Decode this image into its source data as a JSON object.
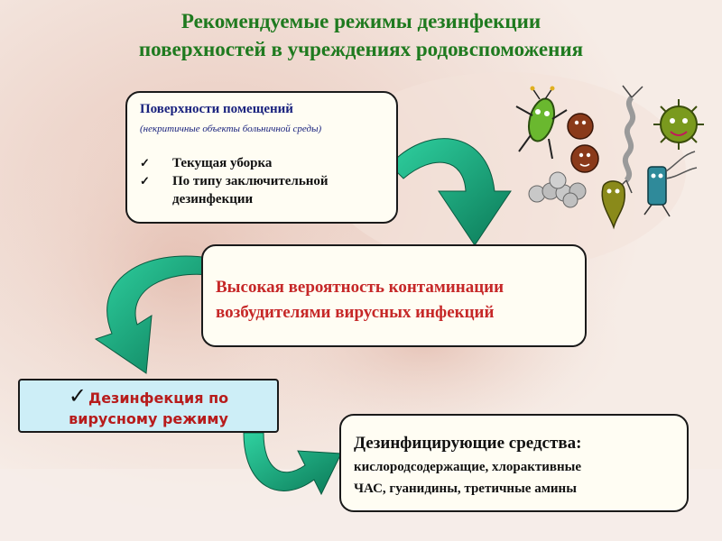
{
  "title": {
    "line1": "Рекомендуемые режимы дезинфекции",
    "line2": "поверхностей в учреждениях родовспоможения"
  },
  "surfaces_box": {
    "heading": "Поверхности помещений",
    "subheading": "(некритичные объекты больничной среды)",
    "items": [
      "Текущая уборка",
      "По типу заключительной дезинфекции"
    ]
  },
  "risk_box": {
    "line1": "Высокая вероятность контаминации",
    "line2": "возбудителями вирусных инфекций"
  },
  "mode_box": {
    "line1": "Дезинфекция по",
    "line2": "вирусному режиму"
  },
  "agents_box": {
    "heading": "Дезинфицирующие средства:",
    "line1": "кислородсодержащие, хлорактивные",
    "line2": "ЧАС, гуанидины, третичные амины"
  },
  "icons": {
    "checkmark": "check-icon",
    "arrow": "curved-arrow-icon",
    "microbes": "microbe-cartoon-icons"
  },
  "colors": {
    "title": "#1f7a1f",
    "surfaces_heading": "#1a237e",
    "risk_text": "#c62828",
    "mode_text": "#b71c1c",
    "mode_fill": "#cdeef7",
    "arrow_fill": "#1aa37a"
  }
}
